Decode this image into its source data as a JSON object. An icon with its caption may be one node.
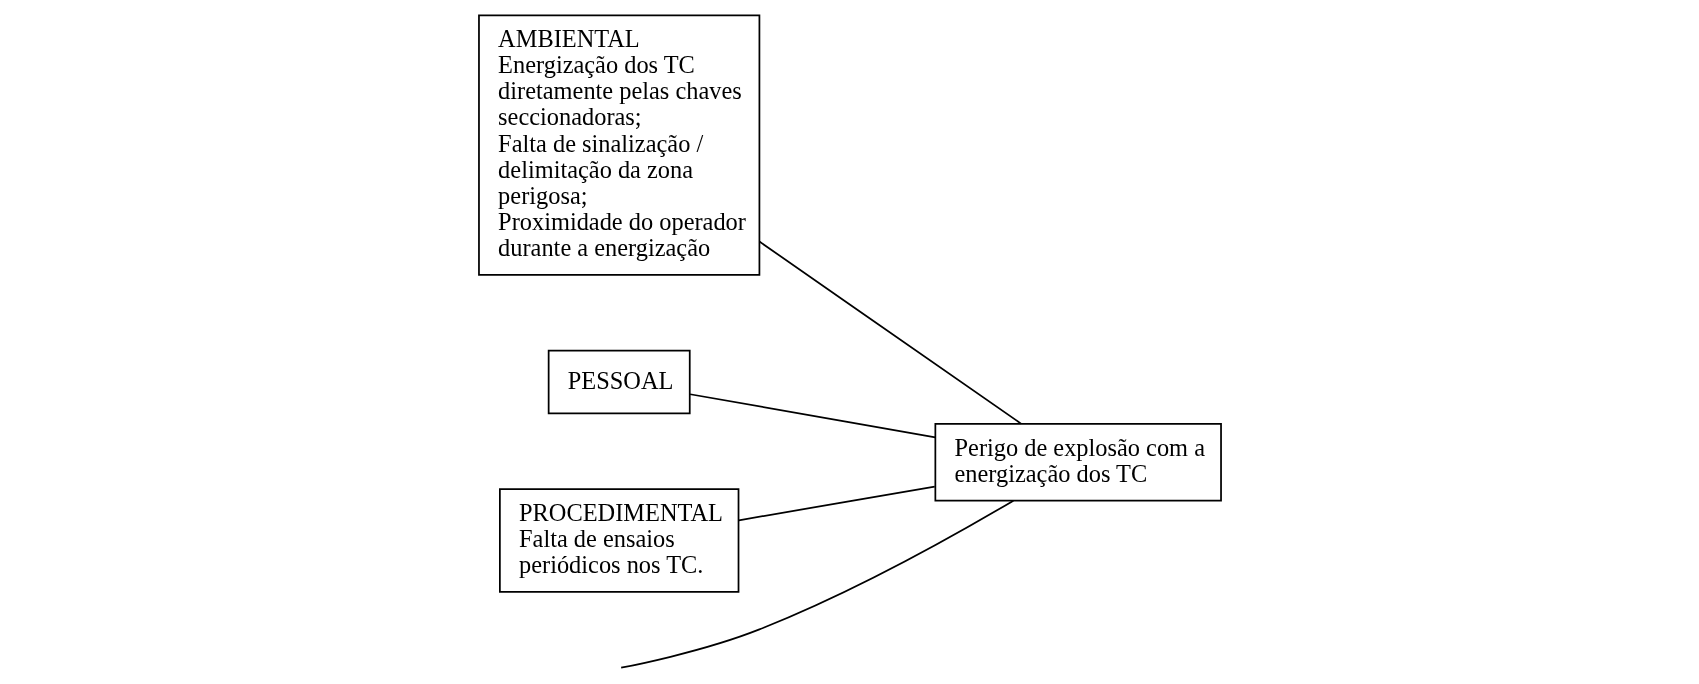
{
  "diagram": {
    "nodes": [
      {
        "text": [
          "AMBIENTAL",
          "Energização dos TC diretamente pelas chaves seccionadoras;",
          "Falta de sinalização / delimitação da zona perigosa;",
          "Proximidade do operador durante a energização"
        ]
      },
      {
        "text": [
          "PESSOAL"
        ]
      },
      {
        "text": [
          "PROCEDIMENTAL",
          "Falta de ensaios periódicos nos TC."
        ]
      },
      {
        "text": [
          "Perigo de explosão com a energização dos TC"
        ]
      }
    ],
    "edges": [
      {
        "from": null,
        "to": 3,
        "arrow": "none"
      },
      {
        "from": 0,
        "to": 3,
        "arrow": "none"
      },
      {
        "from": 1,
        "to": 3,
        "arrow": "none"
      },
      {
        "from": 2,
        "to": 3,
        "arrow": "none"
      }
    ]
  }
}
